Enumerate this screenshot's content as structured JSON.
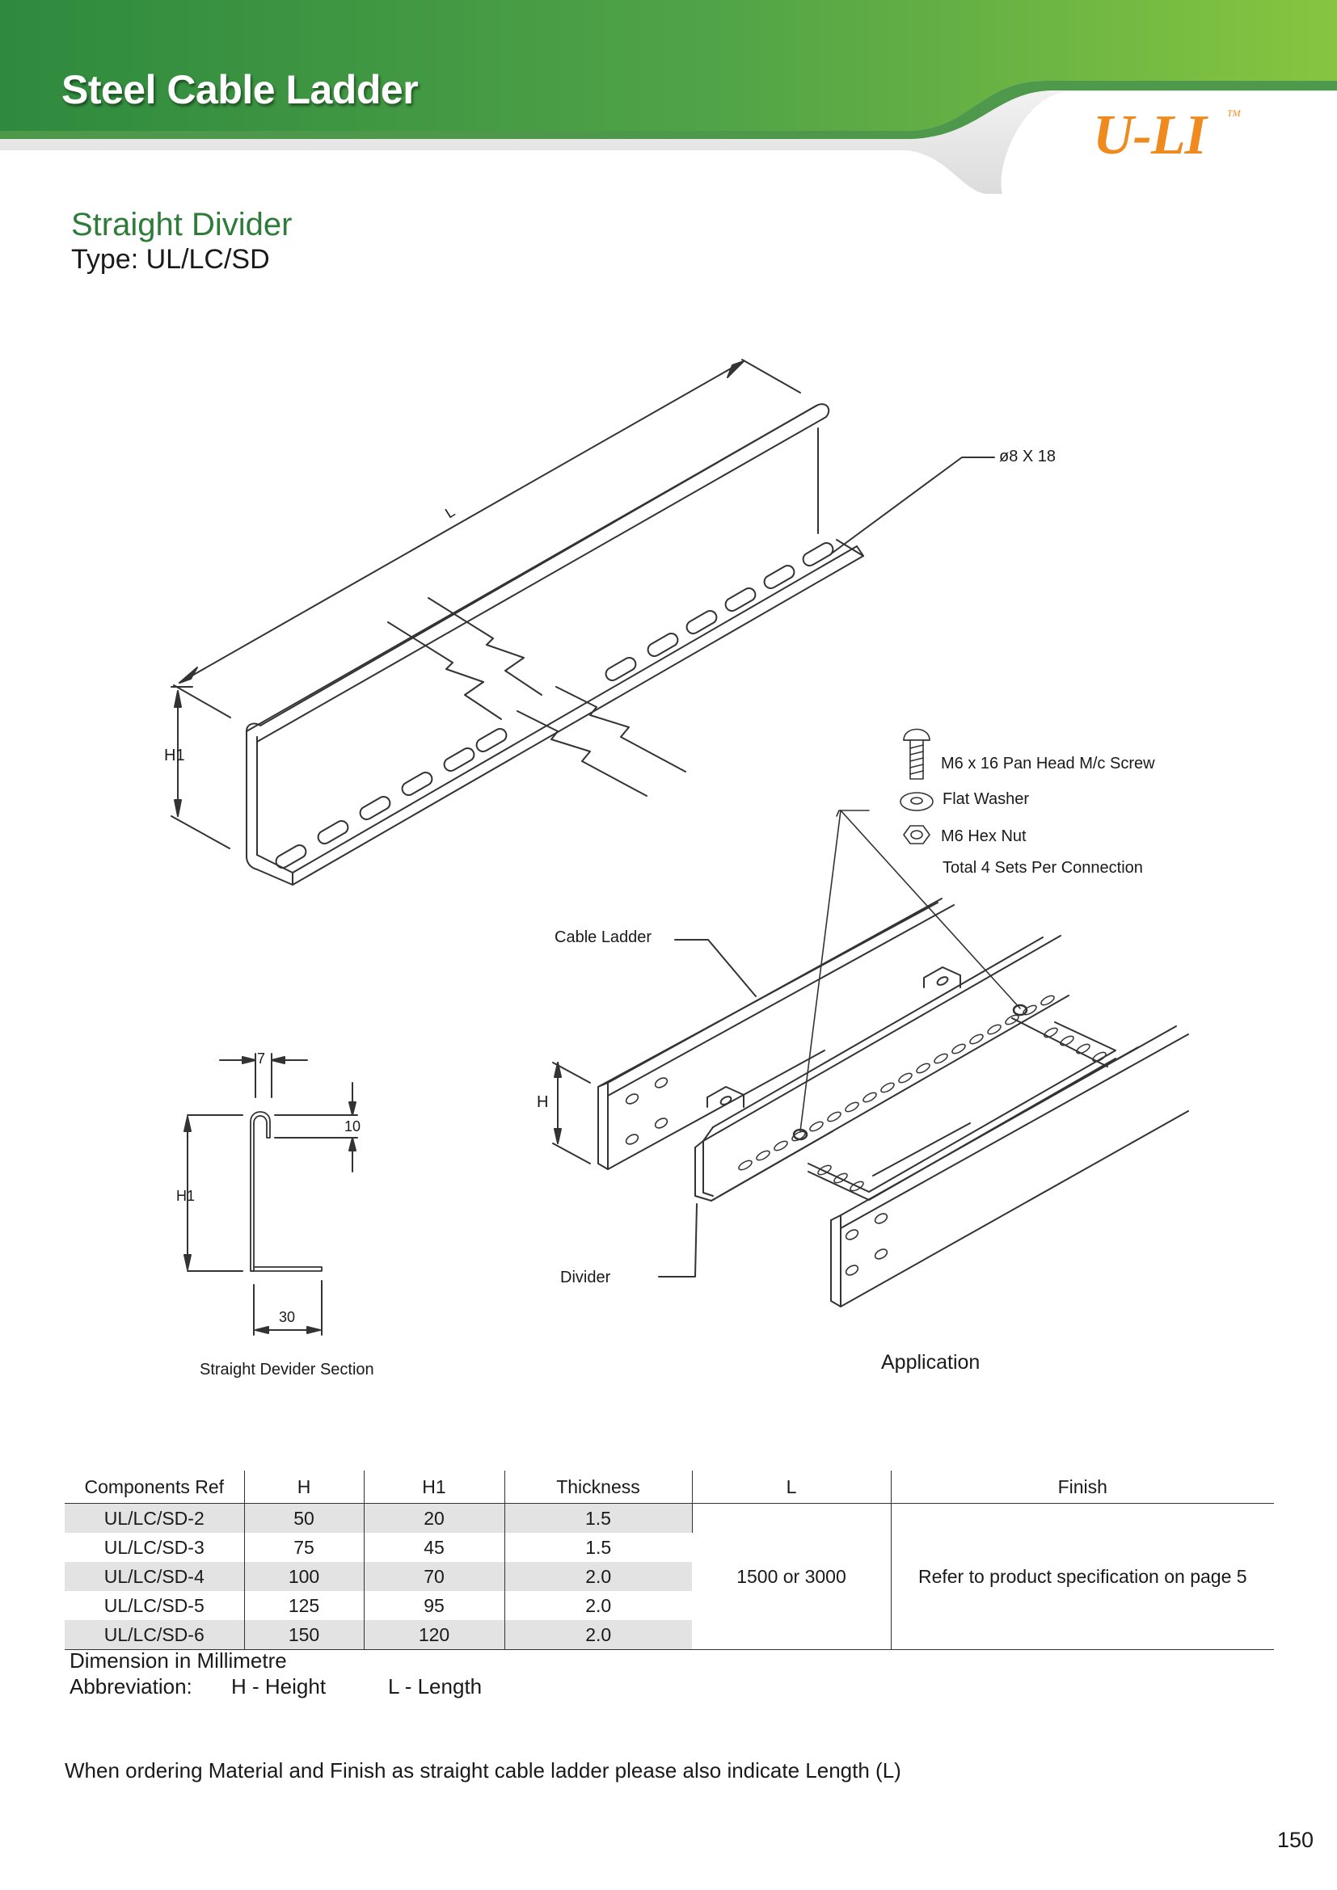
{
  "header": {
    "title": "Steel Cable Ladder",
    "logo": "U-LI",
    "logo_tm": "TM"
  },
  "section": {
    "title": "Straight Divider",
    "type": "Type: UL/LC/SD"
  },
  "drawing_labels": {
    "length": "L",
    "h1": "H1",
    "slot": "ø8 X 18",
    "screw": "M6 x 16 Pan Head M/c Screw",
    "washer": "Flat Washer",
    "nut": "M6 Hex Nut",
    "sets": "Total 4 Sets Per Connection",
    "cable_ladder": "Cable Ladder",
    "h": "H",
    "divider": "Divider",
    "application": "Application",
    "sec_7": "7",
    "sec_10": "10",
    "sec_h1": "H1",
    "sec_30": "30",
    "section_caption": "Straight Devider Section"
  },
  "table": {
    "headers": [
      "Components Ref",
      "H",
      "H1",
      "Thickness",
      "L",
      "Finish"
    ],
    "rows": [
      {
        "ref": "UL/LC/SD-2",
        "h": "50",
        "h1": "20",
        "t": "1.5"
      },
      {
        "ref": "UL/LC/SD-3",
        "h": "75",
        "h1": "45",
        "t": "1.5"
      },
      {
        "ref": "UL/LC/SD-4",
        "h": "100",
        "h1": "70",
        "t": "2.0"
      },
      {
        "ref": "UL/LC/SD-5",
        "h": "125",
        "h1": "95",
        "t": "2.0"
      },
      {
        "ref": "UL/LC/SD-6",
        "h": "150",
        "h1": "120",
        "t": "2.0"
      }
    ],
    "length_value": "1500 or 3000",
    "finish_value": "Refer to product specification on  page 5"
  },
  "notes": {
    "dimension": "Dimension in Millimetre",
    "abbr_label": "Abbreviation:",
    "abbr_h": "H - Height",
    "abbr_l": "L - Length",
    "ordering": "When ordering Material and Finish as straight cable ladder please also indicate Length (L)"
  },
  "page_number": "150",
  "colors": {
    "brand_green": "#2f8a3f",
    "accent_green": "#7cc243",
    "logo_orange": "#ee8a1e"
  }
}
